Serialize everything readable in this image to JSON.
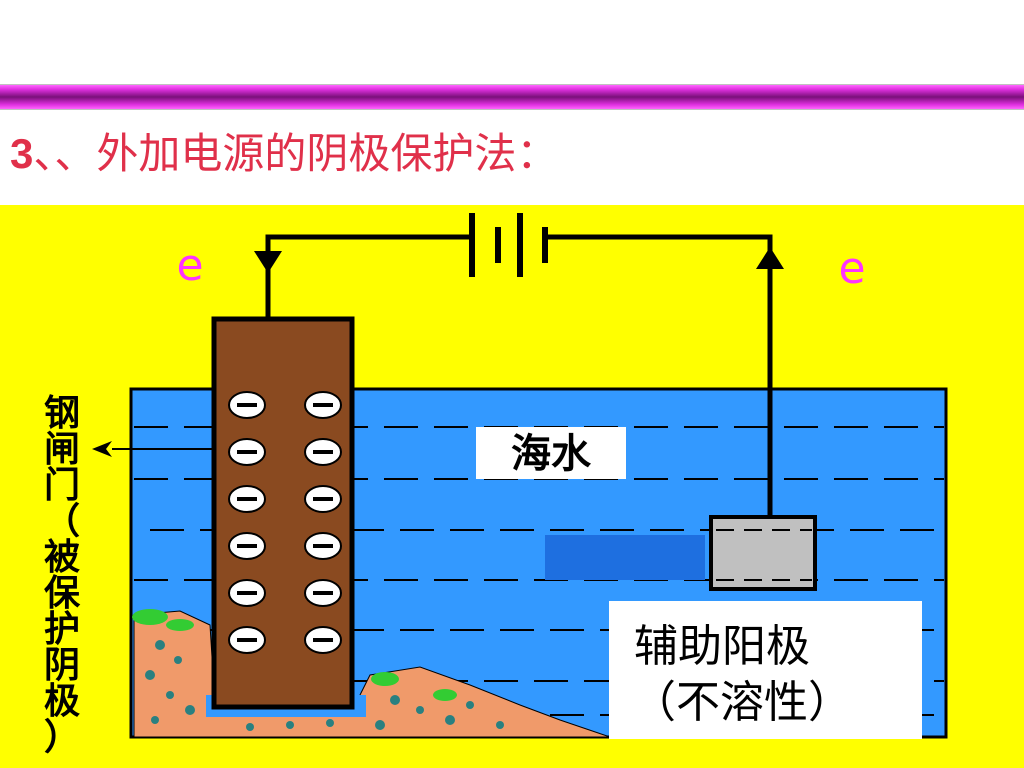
{
  "slide": {
    "title_number": "3",
    "title_text": "、、外加电源的阴极保护法："
  },
  "diagram": {
    "electron_label_left": "e",
    "electron_label_right": "e",
    "seawater_label": "海水",
    "gate_label_chars": [
      "钢",
      "闸",
      "门",
      "（",
      "被",
      "保",
      "护",
      "阴",
      "极",
      "）"
    ],
    "anode_label_line1": "辅助阳极",
    "anode_label_line2": "（不溶性）",
    "charge_symbol_count": 12,
    "colors": {
      "background": "#ffff00",
      "water": "#3399ff",
      "gate": "#8a4a20",
      "anode": "#c0c0c0",
      "electron_label": "#ff33ff",
      "title": "#e0304a",
      "seabed": "#f09a6a",
      "seaweed": "#33cc33"
    }
  }
}
